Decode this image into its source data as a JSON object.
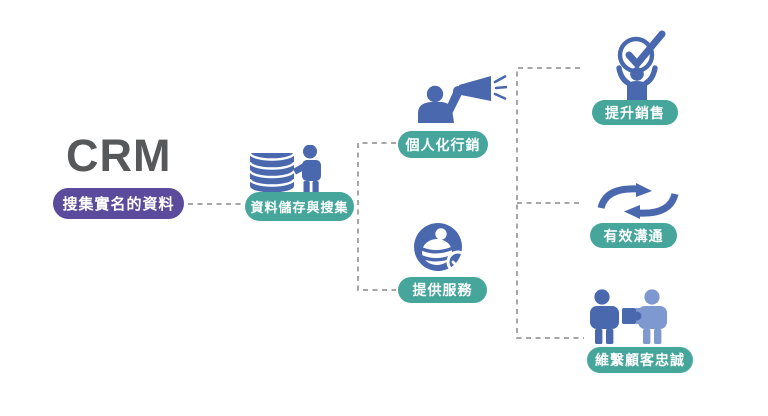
{
  "diagram": {
    "title": "CRM",
    "nodes": {
      "root": {
        "label": "搜集實名的資料"
      },
      "storage": {
        "label": "資料儲存與搜集"
      },
      "marketing": {
        "label": "個人化行銷"
      },
      "service": {
        "label": "提供服務"
      },
      "sales": {
        "label": "提升銷售"
      },
      "communication": {
        "label": "有效溝通"
      },
      "loyalty": {
        "label": "維繫顧客忠誠"
      }
    },
    "icons": {
      "storage": "database-person-icon",
      "marketing": "megaphone-person-icon",
      "service": "customer-service-check-icon",
      "sales": "checkmark-cheering-person-icon",
      "communication": "cycle-arrows-icon",
      "loyalty": "puzzle-people-icon"
    },
    "colors": {
      "title": "#57585a",
      "purple": "#5a4b9d",
      "teal": "#46a69b",
      "blue": "#4a68ae",
      "lightblue": "#7e99cf",
      "connector": "#a6a6a6",
      "background": "#ffffff"
    }
  }
}
